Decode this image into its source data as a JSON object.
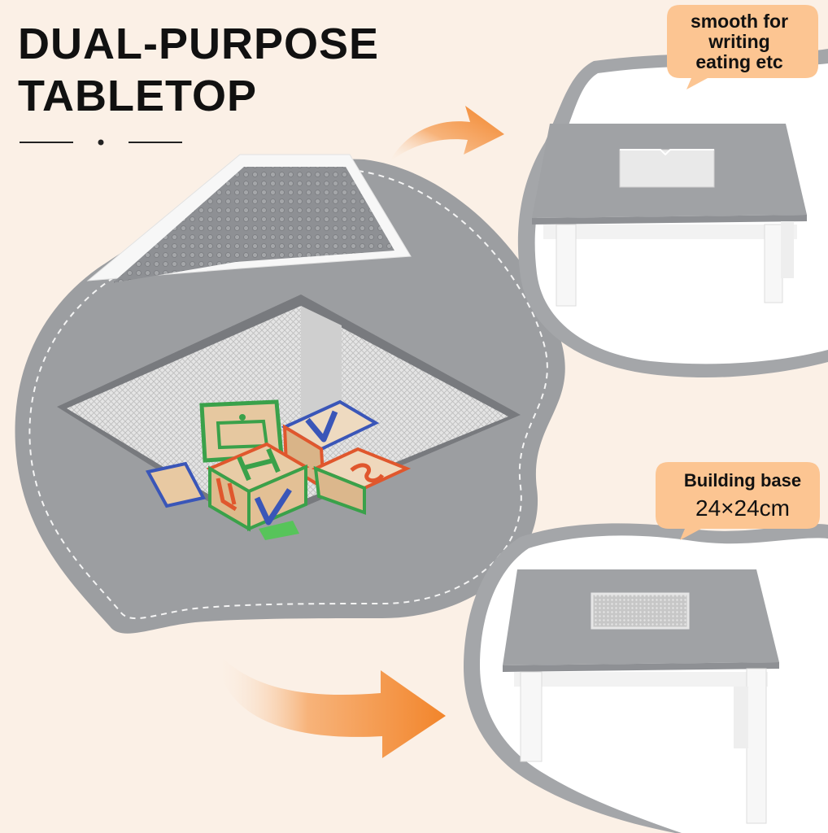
{
  "headline": {
    "line1": "DUAL-PURPOSE",
    "line2": "TABLETOP"
  },
  "callouts": {
    "smooth": {
      "line1": "smooth for",
      "line2": "writing",
      "line3": "eating etc"
    },
    "building": {
      "title": "Building base",
      "size": "24×24cm"
    }
  },
  "colors": {
    "background": "#fbf0e6",
    "table_gray": "#a0a2a5",
    "blob_gray": "#9c9ea1",
    "accent_orange": "#f2852b",
    "bubble_fill": "#fcc592",
    "text": "#111111"
  }
}
